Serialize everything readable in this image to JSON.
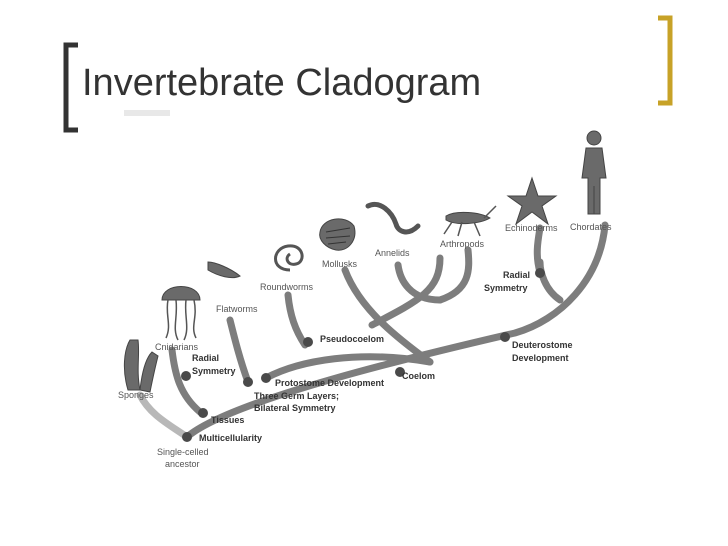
{
  "title": "Invertebrate Cladogram",
  "accent_color": "#c7a227",
  "groups": {
    "sponges": "Sponges",
    "cnidarians": "Cnidarians",
    "flatworms": "Flatworms",
    "roundworms": "Roundworms",
    "mollusks": "Mollusks",
    "annelids": "Annelids",
    "arthropods": "Arthropods",
    "echinoderms": "Echinoderms",
    "chordates": "Chordates"
  },
  "ancestor": {
    "line1": "Single-celled",
    "line2": "ancestor"
  },
  "traits": {
    "multicellularity": "Multicellularity",
    "tissues": "Tissues",
    "radial_symmetry_line1": "Radial",
    "radial_symmetry_line2": "Symmetry",
    "three_germ_line1": "Three Germ Layers;",
    "three_germ_line2": "Bilateral Symmetry",
    "protostome": "Protostome Development",
    "pseudocoelom": "Pseudocoelom",
    "coelom": "Coelom",
    "deuterostome_line1": "Deuterostome",
    "deuterostome_line2": "Development",
    "echino_radial_line1": "Radial",
    "echino_radial_line2": "Symmetry"
  }
}
